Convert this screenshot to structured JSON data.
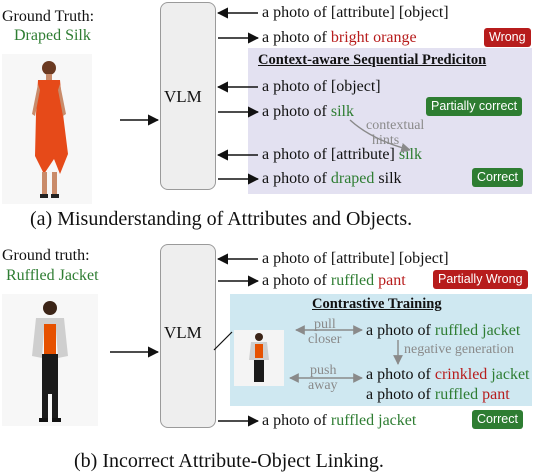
{
  "section_a": {
    "ground_truth_label": "Ground Truth:",
    "ground_truth_value": "Draped Silk",
    "vlm_label": "VLM",
    "row1": "a photo of [attribute] [object]",
    "row2_prefix": "a photo of",
    "row2_value": "bright orange",
    "row2_badge": "Wrong",
    "panel_title": "Context-aware Sequential Prediciton",
    "row3": "a photo of [object]",
    "row4_prefix": "a photo of",
    "row4_value": "silk",
    "row4_badge": "Partially correct",
    "hint_line1": "contextual",
    "hint_line2": "hints",
    "row5_prefix": "a photo of [attribute]",
    "row5_value": "silk",
    "row6_prefix": "a photo of",
    "row6_attr": "draped",
    "row6_obj": "silk",
    "row6_badge": "Correct",
    "caption": "(a) Misunderstanding of Attributes and Objects."
  },
  "section_b": {
    "ground_truth_label": "Ground truth:",
    "ground_truth_value": "Ruffled Jacket",
    "vlm_label": "VLM",
    "row1": "a photo of [attribute] [object]",
    "row2_prefix": "a photo of",
    "row2_attr": "ruffled",
    "row2_obj": "pant",
    "row2_badge": "Partially Wrong",
    "panel_title": "Contrastive Training",
    "pull_line1": "pull",
    "pull_line2": "closer",
    "push_line1": "push",
    "push_line2": "away",
    "neg_gen": "negative generation",
    "ct1_prefix": "a photo of",
    "ct1_value": "ruffled jacket",
    "ct2_prefix": "a photo of",
    "ct2_attr": "crinkled",
    "ct2_obj": "jacket",
    "ct3_prefix": "a photo of",
    "ct3_attr": "ruffled",
    "ct3_obj": "pant",
    "final_prefix": "a photo of",
    "final_value": "ruffled jacket",
    "final_badge": "Correct",
    "caption": "(b) Incorrect Attribute-Object Linking."
  },
  "colors": {
    "green": "#2e7d32",
    "red": "#b71c1c",
    "panel_a": "#e3e1f1",
    "panel_b": "#cfe8f1",
    "vlm_box": "#eeeeee"
  }
}
